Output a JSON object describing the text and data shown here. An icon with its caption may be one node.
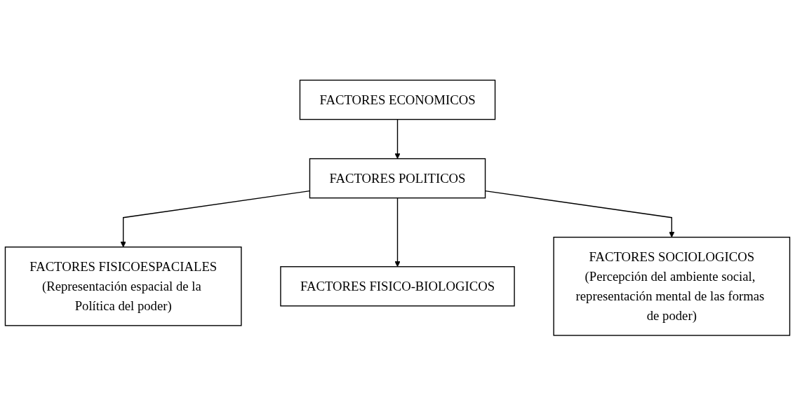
{
  "diagram": {
    "nodes": [
      {
        "text": [
          "FACTORES ECONOMICOS"
        ]
      },
      {
        "text": [
          "FACTORES POLITICOS"
        ]
      },
      {
        "text": [
          "FACTORES FISICOESPACIALES",
          "(Representación espacial de la Política del poder)"
        ]
      },
      {
        "text": [
          "FACTORES SOCIOLOGICOS",
          "(Percepción del ambiente social, representación mental de las formas de poder)"
        ]
      },
      {
        "text": [
          "FACTORES FISICO-BIOLOGICOS"
        ]
      }
    ],
    "edges": [
      {
        "from": 0,
        "to": 1,
        "arrow": "to"
      },
      {
        "from": 1,
        "to": 2,
        "arrow": "to"
      },
      {
        "from": 1,
        "to": 4,
        "arrow": "to"
      },
      {
        "from": 1,
        "to": 3,
        "arrow": "to"
      }
    ]
  }
}
